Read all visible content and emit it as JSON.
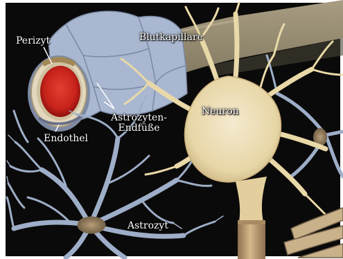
{
  "labels": {
    "perizyt": "Perizyt",
    "blutkapillare": "Blutkapillare",
    "astrozyten_endfuesse_line1": "Astrozyten-",
    "astrozyten_endfuesse_line2": "Endfüße",
    "endothel": "Endothel",
    "neuron": "Neuron",
    "astrozyt": "Astrozyt"
  },
  "colors": {
    "background": "#0b0a0a",
    "frame": "#ffffff",
    "capillary_wall": "#8a8067",
    "capillary_lumen": "#c8231b",
    "endothel": "#d8cdb2",
    "astrocyte": "#9eaec8",
    "neuron": "#ebdcaa",
    "axon": "#c9a979",
    "label_text": "#ffffff"
  }
}
